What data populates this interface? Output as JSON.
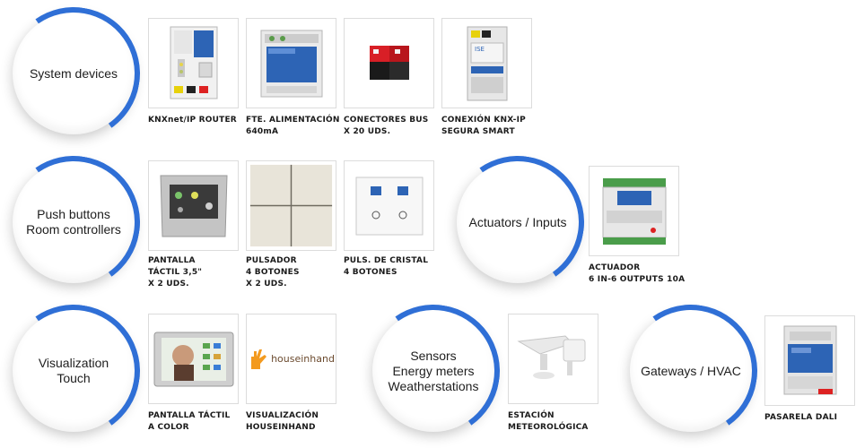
{
  "categories": {
    "system": "System devices",
    "push": "Push buttons\nRoom controllers",
    "actuators": "Actuators / Inputs",
    "visualization": "Visualization\nTouch",
    "sensors": "Sensors\nEnergy meters\nWeatherstations",
    "gateways": "Gateways / HVAC"
  },
  "products": {
    "router": "KNXnet/IP ROUTER",
    "power": "FTE. ALIMENTACIÓN\n640mA",
    "connectors": "CONECTORES BUS\nX 20 UDS.",
    "secure": "CONEXIÓN KNX-IP\nSEGURA SMART",
    "screen35": "PANTALLA\nTÁCTIL 3,5\"\nX 2 UDS.",
    "pushbutton4": "PULSADOR\n4 BOTONES\nX 2 UDS.",
    "glass": "PULS. DE CRISTAL\n4 BOTONES",
    "actuator": "ACTUADOR\n6 IN-6 OUTPUTS 10A",
    "touchcolor": "PANTALLA TÁCTIL\nA COLOR",
    "houseinhand": "VISUALIZACIÓN\nHOUSEINHAND",
    "weather": "ESTACIÓN\nMETEOROLÓGICA",
    "dali": "PASARELA DALI"
  },
  "image_text": {
    "houseinhand_logo": "houseinhand"
  },
  "colors": {
    "accent": "#2f6fd6"
  }
}
